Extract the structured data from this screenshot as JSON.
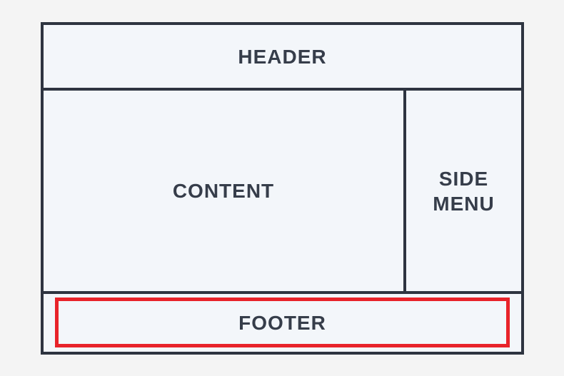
{
  "layout": {
    "header": {
      "label": "HEADER"
    },
    "content": {
      "label": "CONTENT"
    },
    "side_menu": {
      "label": "SIDE MENU"
    },
    "footer": {
      "label": "FOOTER",
      "highlighted": true
    }
  },
  "colors": {
    "background": "#f4f4f4",
    "panel_fill": "#f3f6fa",
    "border": "#2e3440",
    "text": "#363d4a",
    "highlight": "#e8232a"
  }
}
